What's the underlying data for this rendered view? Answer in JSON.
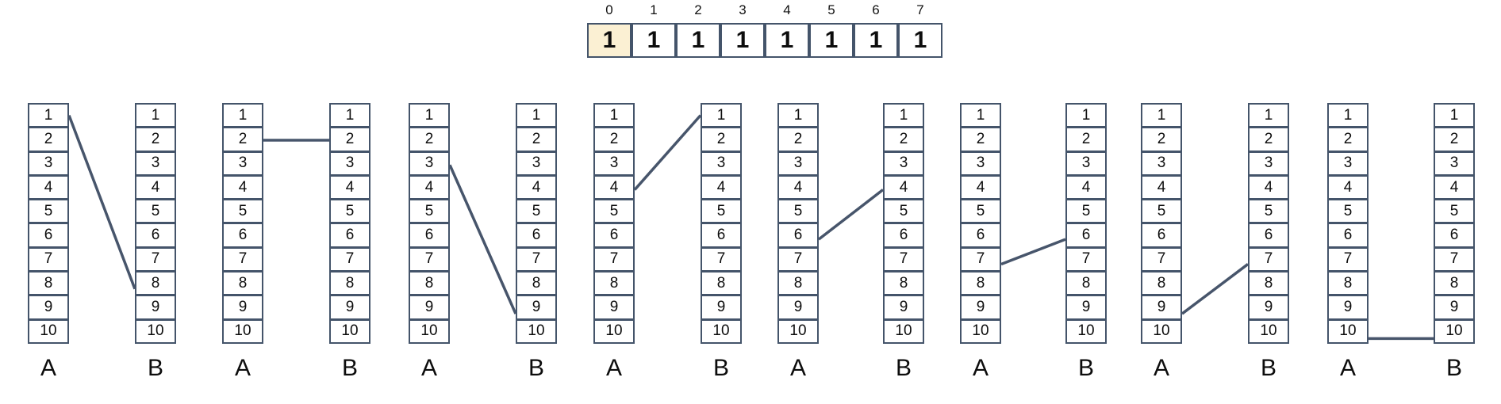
{
  "array": {
    "indices": [
      "0",
      "1",
      "2",
      "3",
      "4",
      "5",
      "6",
      "7"
    ],
    "values": [
      "1",
      "1",
      "1",
      "1",
      "1",
      "1",
      "1",
      "1"
    ],
    "highlighted_index": 0
  },
  "columns": {
    "row_values": [
      "1",
      "2",
      "3",
      "4",
      "5",
      "6",
      "7",
      "8",
      "9",
      "10"
    ],
    "label_a": "A",
    "label_b": "B",
    "pairs": [
      {
        "link": {
          "from_a_cell": 1,
          "to_b_cell": 8
        }
      },
      {
        "link": {
          "from_a_cell": 2,
          "to_b_cell": 2
        }
      },
      {
        "link": {
          "from_a_cell": 3,
          "to_b_cell": 9
        }
      },
      {
        "link": {
          "from_a_cell": 4,
          "to_b_cell": 1
        }
      },
      {
        "link": {
          "from_a_cell": 6,
          "to_b_cell": 4
        }
      },
      {
        "link": {
          "from_a_cell": 7,
          "to_b_cell": 6
        }
      },
      {
        "link": {
          "from_a_cell": 9,
          "to_b_cell": 7
        }
      },
      {
        "link": {
          "from_a_cell": 10,
          "to_b_cell": 10
        }
      }
    ]
  },
  "colors": {
    "border": "#44546A",
    "line": "#47556B",
    "highlight": "#FBF0D3",
    "text": "#0d0d0d"
  }
}
